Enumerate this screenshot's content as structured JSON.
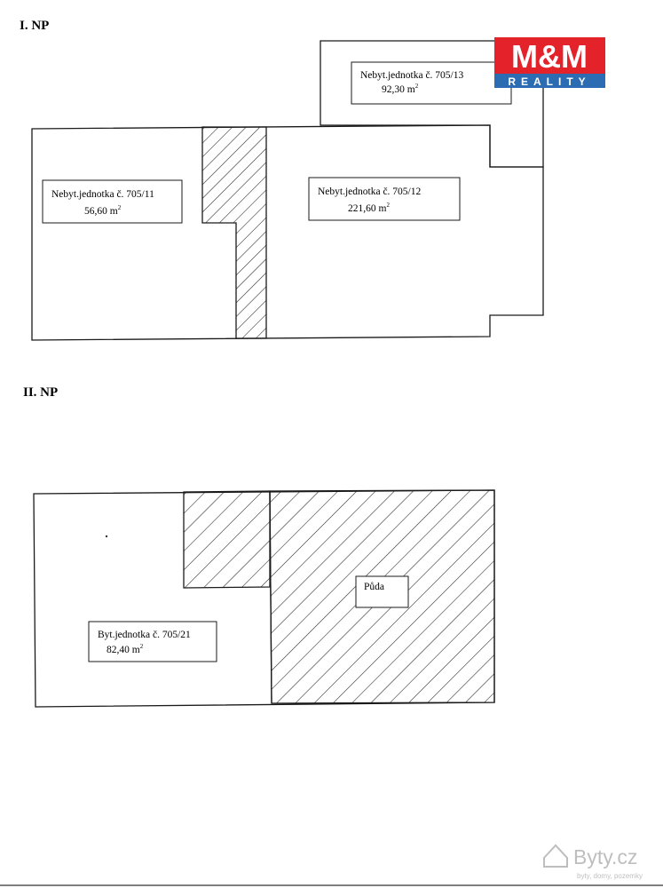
{
  "floors": {
    "first": {
      "title": "I. NP",
      "units": [
        {
          "name": "Nebyt.jednotka č. 705/11",
          "area": "56,60 m"
        },
        {
          "name": "Nebyt.jednotka č. 705/12",
          "area": "221,60 m"
        },
        {
          "name": "Nebyt.jednotka č. 705/13",
          "area": "92,30 m"
        }
      ]
    },
    "second": {
      "title": "II. NP",
      "units": [
        {
          "name": "Byt.jednotka č. 705/21",
          "area": "82,40 m"
        }
      ],
      "attic_label": "Půda"
    },
    "area_superscript": "2"
  },
  "logo": {
    "text": "M&M",
    "subtext": "REALITY",
    "color_red": "#e3222a",
    "color_blue": "#2b6cb3"
  },
  "watermark": {
    "brand": "Byty.cz",
    "tagline": "byty, domy, pozemky"
  },
  "colors": {
    "lines": "#1a1a1a",
    "hatch": "#222222",
    "background": "#ffffff"
  }
}
